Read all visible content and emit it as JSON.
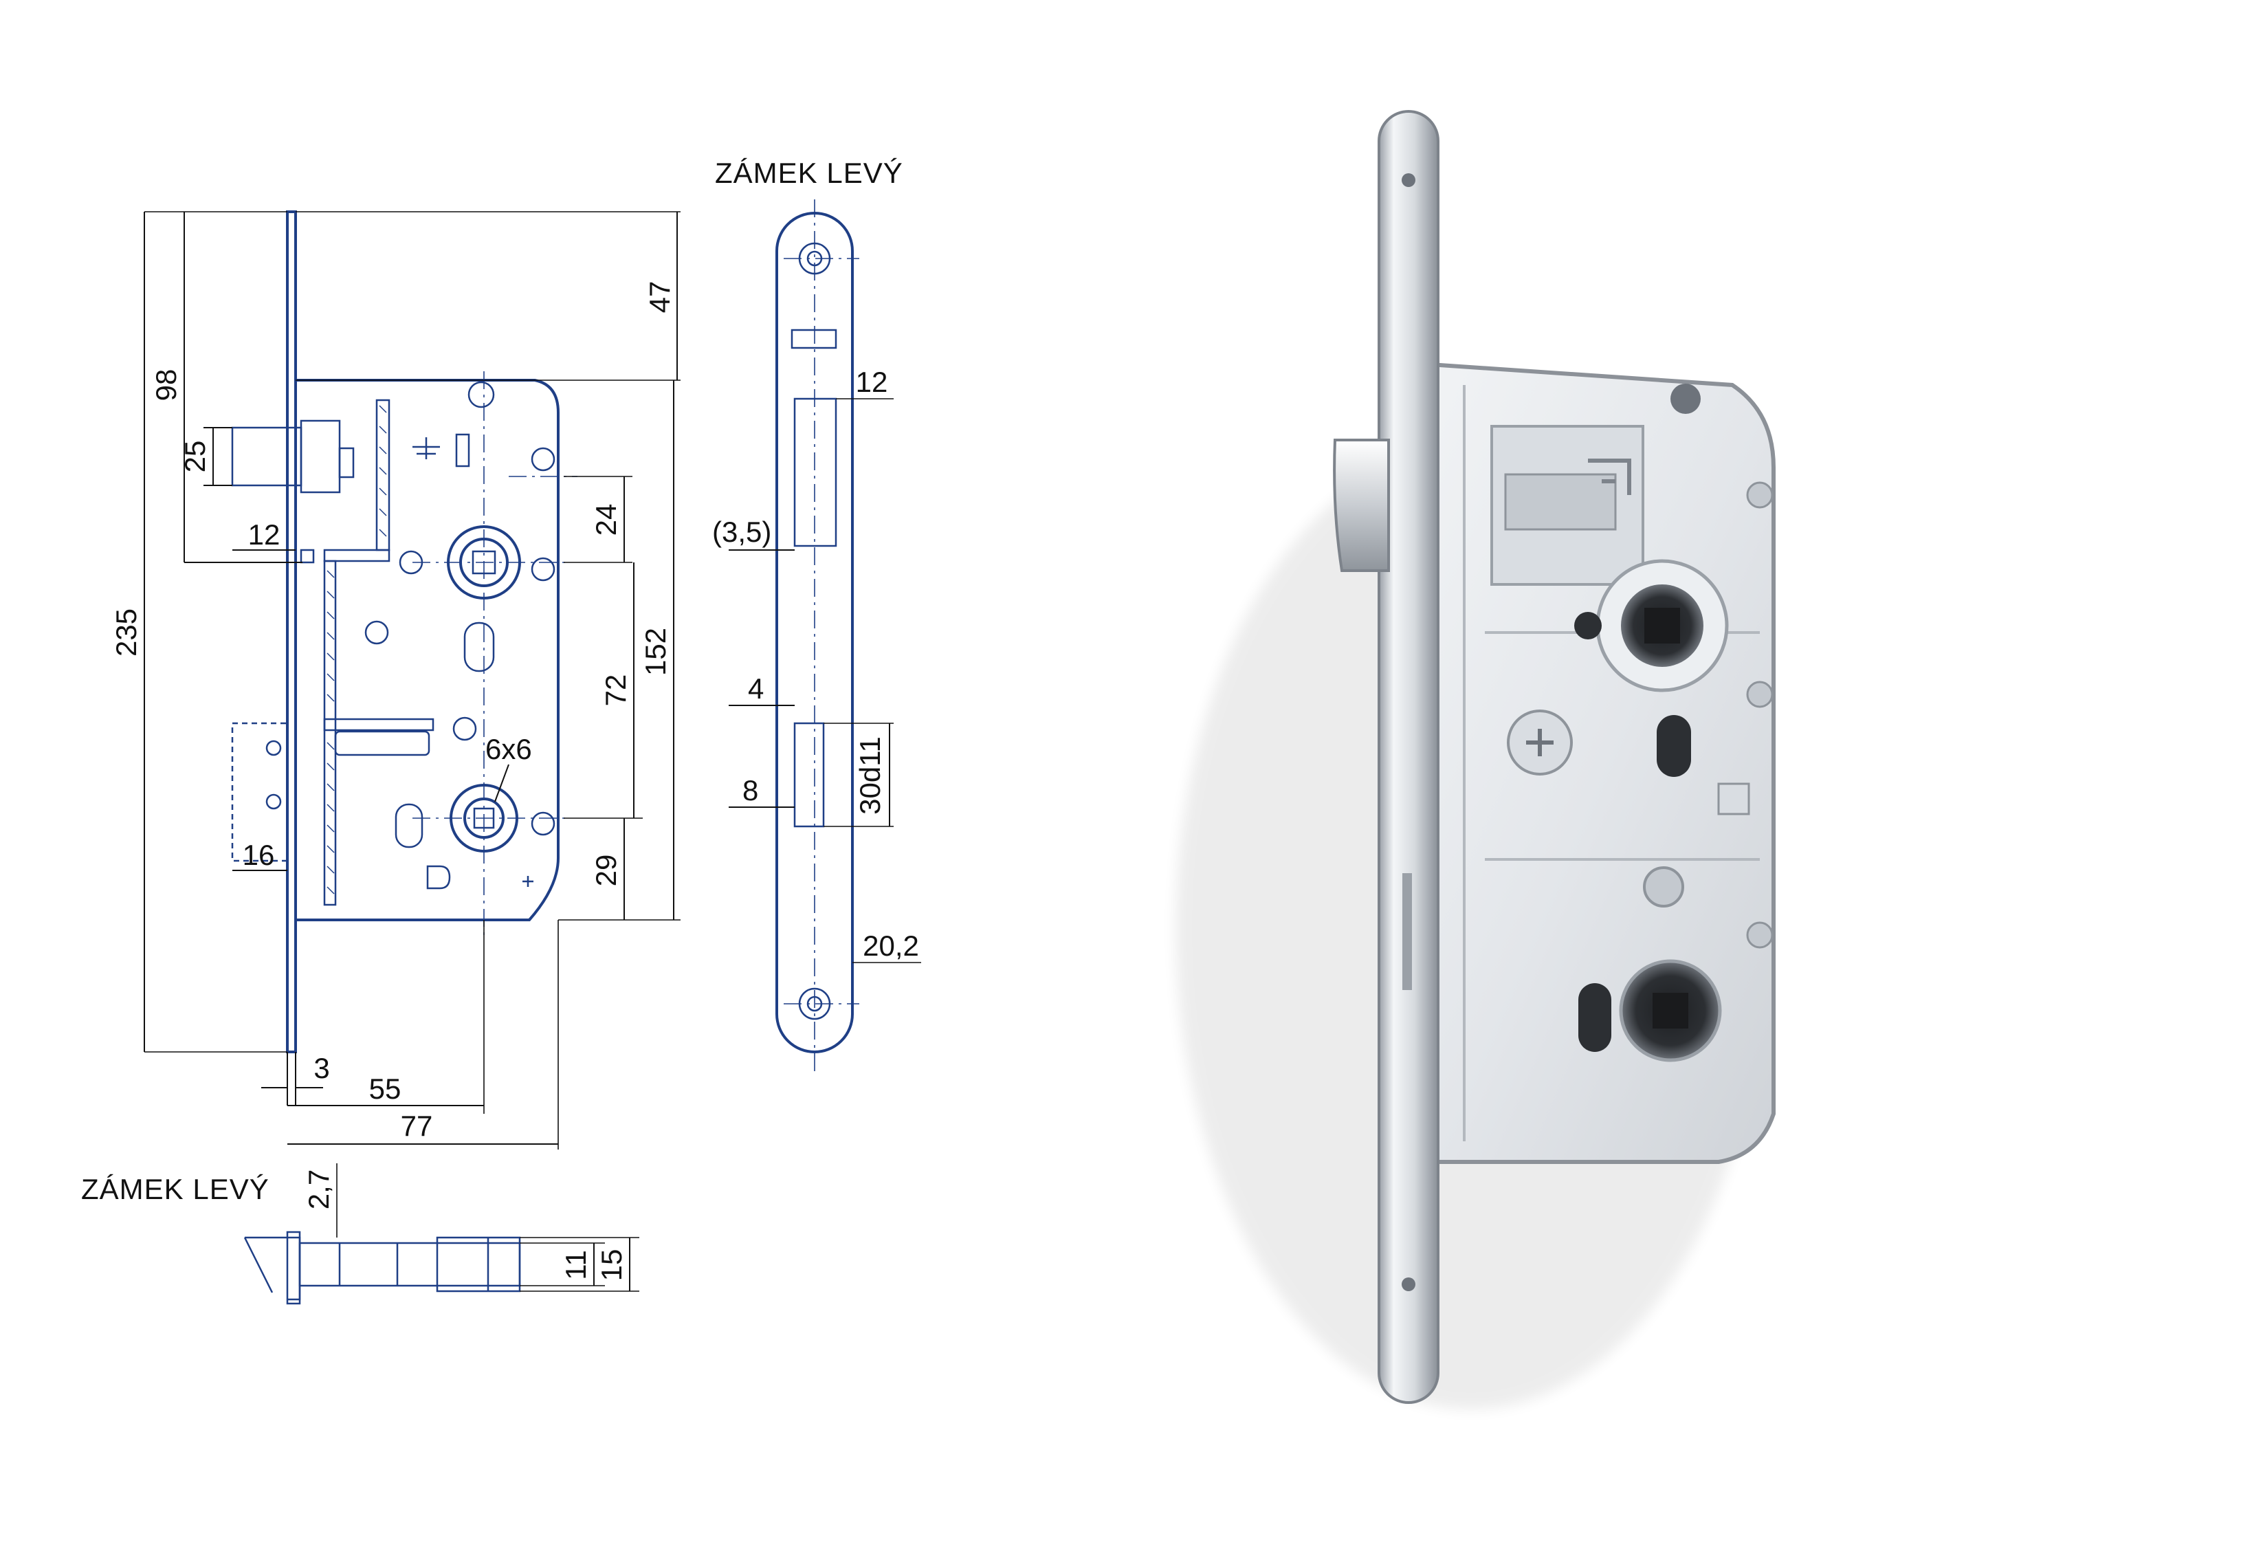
{
  "captions": {
    "front_view": "ZÁMEK LEVÝ",
    "bottom_view": "ZÁMEK LEVÝ"
  },
  "dimensions": {
    "total_height": "235",
    "upper_offset": "98",
    "top_to_body": "47",
    "latch_height": "25",
    "latch_projection": "12",
    "handle_spacing": "72",
    "plate_span": "152",
    "upper_gap": "24",
    "lower_gap": "29",
    "bolt_width": "16",
    "faceplate_thickness": "3",
    "backset": "55",
    "body_depth": "77",
    "spindle": "6x6",
    "side_latch_width": "12",
    "side_offset": "(3,5)",
    "side_bolt_offset": "4",
    "side_bolt_depth": "8",
    "side_bolt_height": "30d11",
    "faceplate_width": "20,2",
    "bottom_thickness": "2,7",
    "bottom_inner": "11",
    "bottom_outer": "15"
  },
  "colors": {
    "drawing_line": "#1f3f86",
    "dimension_line": "#111111",
    "metal_light": "#eef0f3",
    "metal_dark": "#7b8088"
  },
  "photo": {
    "subject": "mortise-lock-photo"
  }
}
